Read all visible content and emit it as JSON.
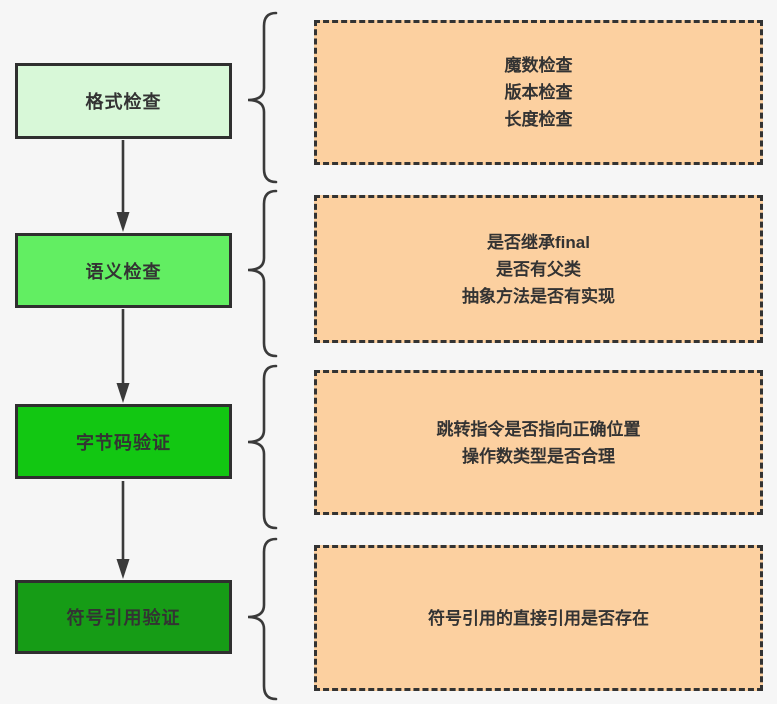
{
  "canvas": {
    "background": "#f6f6f6",
    "stroke_color": "#3a3a3a",
    "text_color": "#333333",
    "detail_fill": "#fcd0a0",
    "detail_border": "#333333"
  },
  "stages": [
    {
      "label": "格式检查",
      "fill": "#d8f8d8",
      "details": [
        "魔数检查",
        "版本检查",
        "长度检查"
      ]
    },
    {
      "label": "语义检查",
      "fill": "#62ee62",
      "details": [
        "是否继承final",
        "是否有父类",
        "抽象方法是否有实现"
      ]
    },
    {
      "label": "字节码验证",
      "fill": "#12c712",
      "details": [
        "跳转指令是否指向正确位置",
        "操作数类型是否合理"
      ]
    },
    {
      "label": "符号引用验证",
      "fill": "#169c16",
      "details": [
        "符号引用的直接引用是否存在"
      ]
    }
  ]
}
